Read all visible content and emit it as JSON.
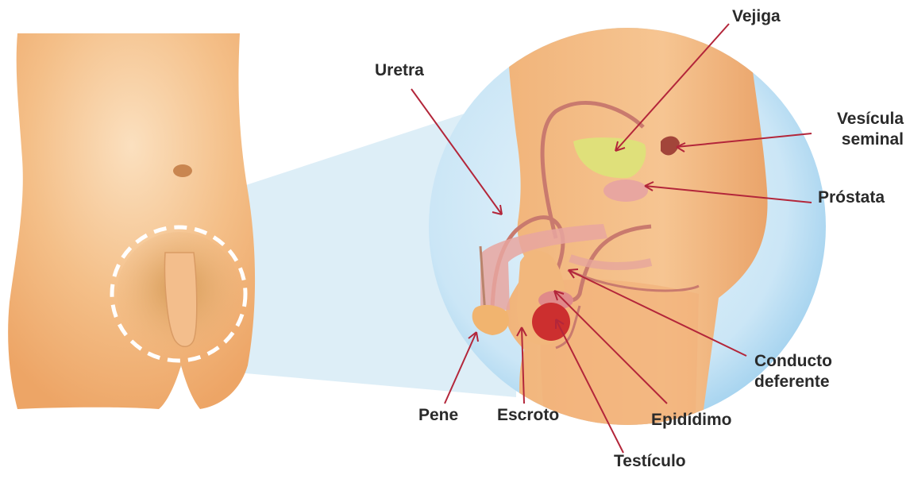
{
  "labels": {
    "vejiga": "Vejiga",
    "uretra": "Uretra",
    "vesicula_line1": "Vesícula",
    "vesicula_line2": "seminal",
    "prostata": "Próstata",
    "conducto_line1": "Conducto",
    "conducto_line2": "deferente",
    "pene": "Pene",
    "escroto": "Escroto",
    "epididimo": "Epidídimo",
    "testiculo": "Testículo"
  },
  "colors": {
    "skin": "#f3b77a",
    "skin_light": "#f8d3a8",
    "circle_blue": "#b8dcf2",
    "pointer_line": "#b3263a",
    "bladder": "#dfe07a",
    "prostate": "#e8a6a0",
    "testicle": "#cc2f2f",
    "label_text": "#2a2a2a"
  }
}
